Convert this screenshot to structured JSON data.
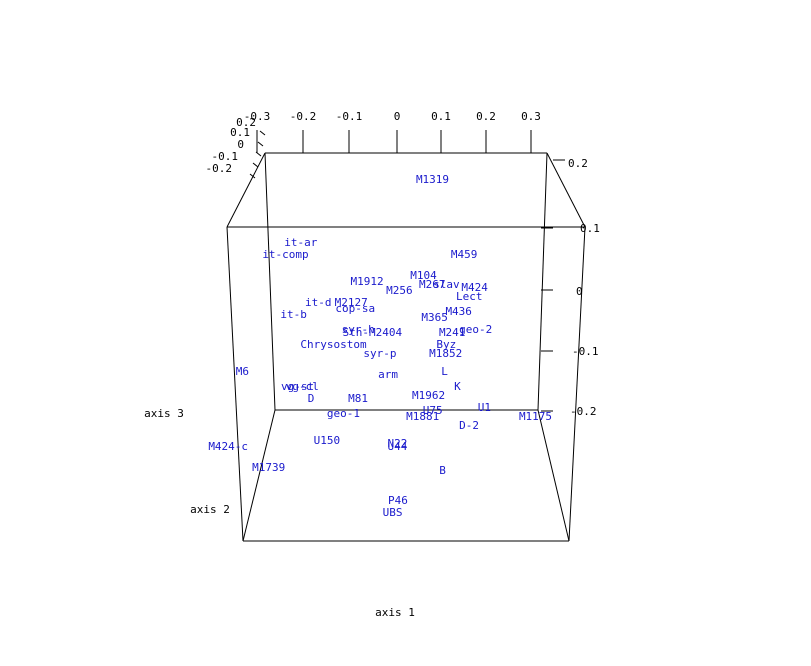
{
  "colors": {
    "points": "#1a1acc",
    "axes": "#000000",
    "background": "#ffffff"
  },
  "chart_data": {
    "type": "scatter",
    "dimensions": 3,
    "xlabel": "axis 1",
    "ylabel": "axis 2",
    "zlabel": "axis 3",
    "xlim": [
      -0.35,
      0.35
    ],
    "ylim": [
      -0.25,
      0.25
    ],
    "zlim": [
      -0.25,
      0.25
    ],
    "x_ticks": [
      "-0.3",
      "-0.2",
      "-0.1",
      "0",
      "0.1",
      "0.2",
      "0.3"
    ],
    "y_ticks": [
      "0.2",
      "0.1",
      "0",
      "-0.1",
      "-0.2"
    ],
    "z_ticks": [
      "0.2",
      "0.1",
      "0",
      "-0.1",
      "-0.2"
    ],
    "grid": false,
    "points": [
      {
        "label": "M1319",
        "x": 0.05,
        "y": 0.2,
        "z": 0.25
      },
      {
        "label": "it-ar",
        "x": -0.22,
        "y": 0.12,
        "z": 0.12
      },
      {
        "label": "it-comp",
        "x": -0.25,
        "y": 0.1,
        "z": 0.1
      },
      {
        "label": "M459",
        "x": 0.13,
        "y": 0.1,
        "z": 0.1
      },
      {
        "label": "M104",
        "x": 0.05,
        "y": 0.05,
        "z": 0.08
      },
      {
        "label": "M1912",
        "x": -0.07,
        "y": 0.05,
        "z": 0.06
      },
      {
        "label": "M267",
        "x": 0.07,
        "y": 0.04,
        "z": 0.06
      },
      {
        "label": "slav",
        "x": 0.1,
        "y": 0.04,
        "z": 0.06
      },
      {
        "label": "M424",
        "x": 0.16,
        "y": 0.04,
        "z": 0.05
      },
      {
        "label": "M256",
        "x": 0.0,
        "y": 0.04,
        "z": 0.04
      },
      {
        "label": "Lect",
        "x": 0.15,
        "y": 0.03,
        "z": 0.03
      },
      {
        "label": "it-d",
        "x": -0.17,
        "y": 0.02,
        "z": 0.02
      },
      {
        "label": "M2127",
        "x": -0.1,
        "y": 0.02,
        "z": 0.02
      },
      {
        "label": "cop-sa",
        "x": -0.09,
        "y": 0.01,
        "z": 0.01
      },
      {
        "label": "M436",
        "x": 0.13,
        "y": 0.01,
        "z": 0.0
      },
      {
        "label": "it-b",
        "x": -0.22,
        "y": 0.0,
        "z": 0.0
      },
      {
        "label": "M365",
        "x": 0.08,
        "y": 0.0,
        "z": -0.01
      },
      {
        "label": "geo-2",
        "x": 0.17,
        "y": -0.02,
        "z": -0.03
      },
      {
        "label": "syr-h",
        "x": -0.08,
        "y": -0.02,
        "z": -0.03
      },
      {
        "label": "Sth-M2404",
        "x": -0.05,
        "y": -0.02,
        "z": -0.04
      },
      {
        "label": "M241",
        "x": 0.12,
        "y": -0.02,
        "z": -0.04
      },
      {
        "label": "Chrysostom",
        "x": -0.13,
        "y": -0.04,
        "z": -0.06
      },
      {
        "label": "Byz",
        "x": 0.11,
        "y": -0.04,
        "z": -0.06
      },
      {
        "label": "syr-p",
        "x": -0.03,
        "y": -0.05,
        "z": -0.08
      },
      {
        "label": "M1852",
        "x": 0.11,
        "y": -0.05,
        "z": -0.08
      },
      {
        "label": "M6",
        "x": -0.32,
        "y": -0.07,
        "z": -0.12
      },
      {
        "label": "arm",
        "x": -0.01,
        "y": -0.07,
        "z": -0.13
      },
      {
        "label": "L",
        "x": 0.11,
        "y": -0.07,
        "z": -0.12
      },
      {
        "label": "vg-st",
        "x": -0.2,
        "y": -0.09,
        "z": -0.15
      },
      {
        "label": "vg-cl",
        "x": -0.19,
        "y": -0.09,
        "z": -0.15
      },
      {
        "label": "K",
        "x": 0.14,
        "y": -0.09,
        "z": -0.15
      },
      {
        "label": "M1962",
        "x": 0.08,
        "y": -0.1,
        "z": -0.17
      },
      {
        "label": "D",
        "x": -0.17,
        "y": -0.1,
        "z": -0.18
      },
      {
        "label": "M81",
        "x": -0.07,
        "y": -0.1,
        "z": -0.18
      },
      {
        "label": "U1",
        "x": 0.2,
        "y": -0.11,
        "z": -0.2
      },
      {
        "label": "U75",
        "x": 0.09,
        "y": -0.11,
        "z": -0.21
      },
      {
        "label": "geo-1",
        "x": -0.1,
        "y": -0.11,
        "z": -0.22
      },
      {
        "label": "M1881",
        "x": 0.07,
        "y": -0.12,
        "z": -0.22
      },
      {
        "label": "M1175",
        "x": 0.31,
        "y": -0.12,
        "z": -0.22
      },
      {
        "label": "D-2",
        "x": 0.17,
        "y": -0.13,
        "z": -0.24
      },
      {
        "label": "U150",
        "x": -0.13,
        "y": -0.15,
        "z": -0.27
      },
      {
        "label": "N22",
        "x": 0.02,
        "y": -0.15,
        "z": -0.28
      },
      {
        "label": "U44",
        "x": 0.02,
        "y": -0.15,
        "z": -0.29
      },
      {
        "label": "M424-c",
        "x": -0.34,
        "y": -0.15,
        "z": -0.29
      },
      {
        "label": "M1739",
        "x": -0.25,
        "y": -0.18,
        "z": -0.33
      },
      {
        "label": "B",
        "x": 0.12,
        "y": -0.18,
        "z": -0.34
      },
      {
        "label": "P46",
        "x": 0.03,
        "y": -0.22,
        "z": -0.4
      },
      {
        "label": "UBS",
        "x": 0.02,
        "y": -0.23,
        "z": -0.43
      }
    ]
  }
}
